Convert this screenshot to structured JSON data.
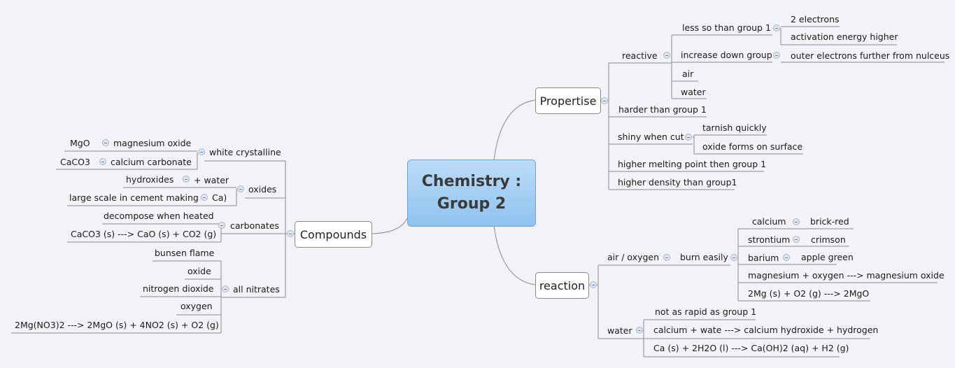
{
  "central": {
    "line1": "Chemistry :",
    "line2": "Group 2"
  },
  "main": {
    "propertise": "Propertise",
    "reaction": "reaction",
    "compounds": "Compounds"
  },
  "prop": {
    "reactive": "reactive",
    "less_so": "less so than group 1",
    "two_electrons": "2 electrons",
    "activation": "activation energy higher",
    "increase": "increase down group",
    "outer": "outer electrons further from nulceus",
    "air": "air",
    "water": "water",
    "harder": "harder than group 1",
    "shiny": "shiny when cut",
    "tarnish": "tarnish quickly",
    "oxide_forms": "oxide forms on surface",
    "melting": "higher melting point then group 1",
    "density": "higher density than group1"
  },
  "react": {
    "air_oxygen": "air / oxygen",
    "burn": "burn easily",
    "calcium": "calcium",
    "brick": "brick-red",
    "strontium": "strontium",
    "crimson": "crimson",
    "barium": "barium",
    "apple": "apple green",
    "mg_oxygen": "magnesium + oxygen ---> magnesium oxide",
    "mg_eq": "2Mg (s) + O2 (g) ---> 2MgO",
    "water": "water",
    "not_rapid": "not as rapid as group 1",
    "ca_water": "calcium + wate ---> calcium hydroxide + hydrogen",
    "ca_eq": "Ca (s) + 2H2O (l) ---> Ca(OH)2 (aq) + H2 (g)"
  },
  "comp": {
    "white": "white crystalline",
    "mgo": "MgO",
    "mgo_name": "magnesium oxide",
    "caco3": "CaCO3",
    "caco3_name": "calcium carbonate",
    "oxides": "oxides",
    "hydroxides": "hydroxides",
    "plus_water": "+ water",
    "cement": "large scale in cement making",
    "ca": "Ca)",
    "carbonates": "carbonates",
    "decompose": "decompose when heated",
    "carb_eq": "CaCO3 (s) ---> CaO (s) + CO2 (g)",
    "nitrates": "all nitrates",
    "bunsen": "bunsen flame",
    "oxide": "oxide",
    "no2": "nitrogen dioxide",
    "oxygen": "oxygen",
    "nit_eq": "2Mg(NO3)2 ---> 2MgO (s) + 4NO2 (s) + O2 (g)"
  }
}
